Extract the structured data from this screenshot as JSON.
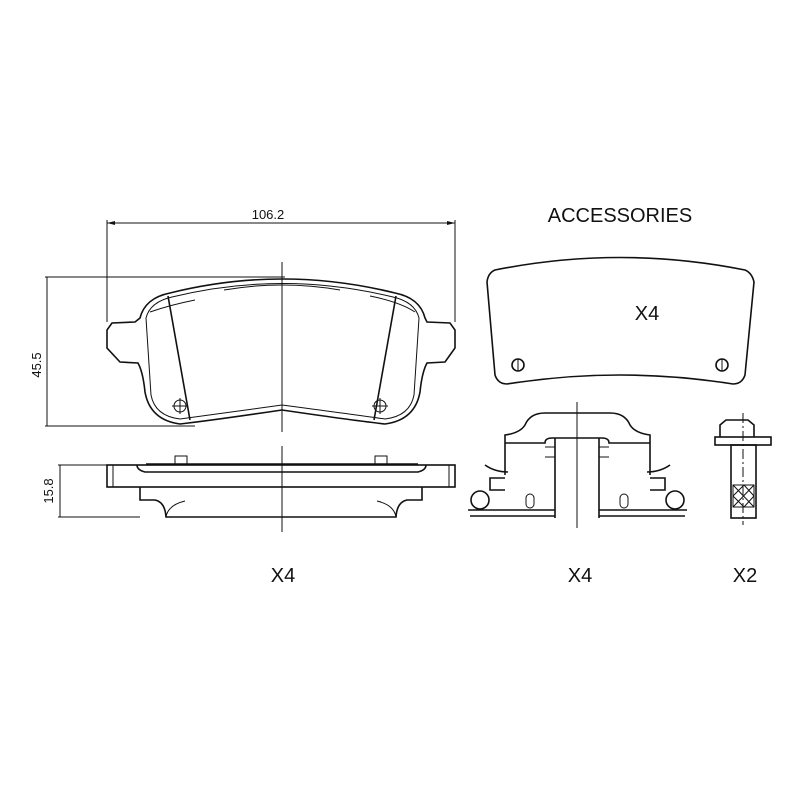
{
  "dimensions": {
    "width": "106.2",
    "height": "45.5",
    "thickness": "15.8"
  },
  "accessories": {
    "title": "ACCESSORIES",
    "shim_qty": "X4"
  },
  "quantities": {
    "pads": "X4",
    "clips": "X4",
    "bolts": "X2"
  },
  "colors": {
    "line": "#111111",
    "background": "#ffffff"
  }
}
